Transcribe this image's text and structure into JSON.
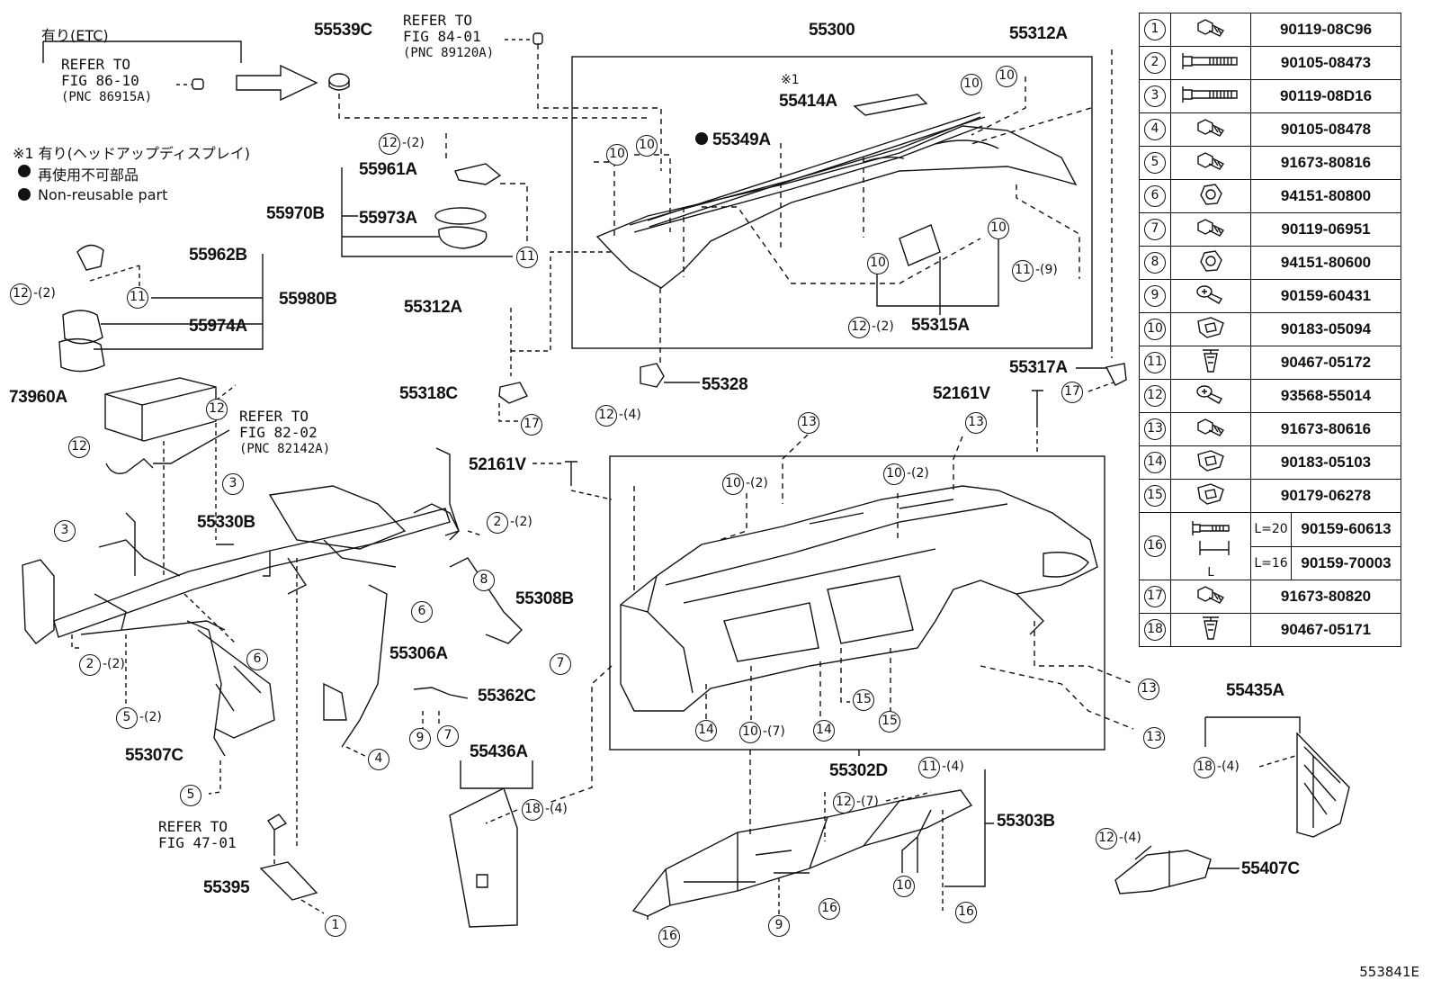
{
  "notes": {
    "etc_heading": "有り(ETC)",
    "note1": "※1 有り(ヘッドアップディスプレイ)",
    "note2": "再使用不可部品",
    "note3": "Non-reusable part",
    "mark1": "※1"
  },
  "references": {
    "fig86": {
      "line1": "REFER TO",
      "line2": "FIG 86-10",
      "line3": "(PNC 86915A)"
    },
    "fig84": {
      "line1": "REFER TO",
      "line2": "FIG 84-01",
      "line3": "(PNC 89120A)"
    },
    "fig82": {
      "line1": "REFER TO",
      "line2": "FIG 82-02",
      "line3": "(PNC 82142A)"
    },
    "fig47": {
      "line1": "REFER TO",
      "line2": "FIG 47-01"
    }
  },
  "parts": {
    "p55539C": "55539C",
    "p55300": "55300",
    "p55312A_top": "55312A",
    "p55414A": "55414A",
    "p55349A": "55349A",
    "p55961A": "55961A",
    "p55970B": "55970B",
    "p55973A": "55973A",
    "p55962B": "55962B",
    "p55980B": "55980B",
    "p55974A": "55974A",
    "p55312A_mid": "55312A",
    "p55315A": "55315A",
    "p55317A": "55317A",
    "p55318C": "55318C",
    "p55328": "55328",
    "p73960A": "73960A",
    "p52161V_right": "52161V",
    "p52161V_left": "52161V",
    "p55330B": "55330B",
    "p55308B": "55308B",
    "p55306A": "55306A",
    "p55307C": "55307C",
    "p55362C": "55362C",
    "p55436A": "55436A",
    "p55302D": "55302D",
    "p55303B": "55303B",
    "p55435A": "55435A",
    "p55407C": "55407C",
    "p55395": "55395"
  },
  "callouts": [
    {
      "n": "10"
    },
    {
      "n": "10"
    },
    {
      "n": "10"
    },
    {
      "n": "10"
    },
    {
      "n": "12",
      "qty": "-(2)"
    },
    {
      "n": "11"
    },
    {
      "n": "12",
      "qty": "-(2)"
    },
    {
      "n": "11"
    },
    {
      "n": "10"
    },
    {
      "n": "10"
    },
    {
      "n": "11",
      "qty": "-(9)"
    },
    {
      "n": "12",
      "qty": "-(2)"
    },
    {
      "n": "17"
    },
    {
      "n": "12"
    },
    {
      "n": "12"
    },
    {
      "n": "17"
    },
    {
      "n": "12",
      "qty": "-(4)"
    },
    {
      "n": "13"
    },
    {
      "n": "13"
    },
    {
      "n": "3"
    },
    {
      "n": "2",
      "qty": "-(2)"
    },
    {
      "n": "10",
      "qty": "-(2)"
    },
    {
      "n": "10",
      "qty": "-(2)"
    },
    {
      "n": "3"
    },
    {
      "n": "8"
    },
    {
      "n": "6"
    },
    {
      "n": "6"
    },
    {
      "n": "2",
      "qty": "-(2)"
    },
    {
      "n": "7"
    },
    {
      "n": "5",
      "qty": "-(2)"
    },
    {
      "n": "4"
    },
    {
      "n": "9"
    },
    {
      "n": "7"
    },
    {
      "n": "14"
    },
    {
      "n": "10",
      "qty": "-(7)"
    },
    {
      "n": "14"
    },
    {
      "n": "15"
    },
    {
      "n": "15"
    },
    {
      "n": "13"
    },
    {
      "n": "13"
    },
    {
      "n": "5"
    },
    {
      "n": "18",
      "qty": "-(4)"
    },
    {
      "n": "11",
      "qty": "-(4)"
    },
    {
      "n": "12",
      "qty": "-(7)"
    },
    {
      "n": "18",
      "qty": "-(4)"
    },
    {
      "n": "12",
      "qty": "-(4)"
    },
    {
      "n": "10"
    },
    {
      "n": "16"
    },
    {
      "n": "9"
    },
    {
      "n": "16"
    },
    {
      "n": "16"
    },
    {
      "n": "1"
    }
  ],
  "fasteners": [
    {
      "idx": "1",
      "pn": "90119-08C96",
      "icon": "flange-bolt-icon"
    },
    {
      "idx": "2",
      "pn": "90105-08473",
      "icon": "long-bolt-icon"
    },
    {
      "idx": "3",
      "pn": "90119-08D16",
      "icon": "long-bolt-icon"
    },
    {
      "idx": "4",
      "pn": "90105-08478",
      "icon": "flange-bolt-icon"
    },
    {
      "idx": "5",
      "pn": "91673-80816",
      "icon": "flange-bolt-icon"
    },
    {
      "idx": "6",
      "pn": "94151-80800",
      "icon": "nut-icon"
    },
    {
      "idx": "7",
      "pn": "90119-06951",
      "icon": "flange-bolt-icon"
    },
    {
      "idx": "8",
      "pn": "94151-80600",
      "icon": "nut-icon"
    },
    {
      "idx": "9",
      "pn": "90159-60431",
      "icon": "screw-icon"
    },
    {
      "idx": "10",
      "pn": "90183-05094",
      "icon": "clip-nut-icon"
    },
    {
      "idx": "11",
      "pn": "90467-05172",
      "icon": "push-clip-icon"
    },
    {
      "idx": "12",
      "pn": "93568-55014",
      "icon": "screw-icon"
    },
    {
      "idx": "13",
      "pn": "91673-80616",
      "icon": "flange-bolt-icon"
    },
    {
      "idx": "14",
      "pn": "90183-05103",
      "icon": "clip-nut-icon"
    },
    {
      "idx": "15",
      "pn": "90179-06278",
      "icon": "clip-nut-icon"
    },
    {
      "idx": "16",
      "icon": "screw-length-icon",
      "length_label": "L",
      "variants": [
        {
          "len": "L=20",
          "pn": "90159-60613"
        },
        {
          "len": "L=16",
          "pn": "90159-70003"
        }
      ]
    },
    {
      "idx": "17",
      "pn": "91673-80820",
      "icon": "flange-bolt-icon"
    },
    {
      "idx": "18",
      "pn": "90467-05171",
      "icon": "push-clip-icon"
    }
  ],
  "footer": {
    "figure_id": "553841E"
  }
}
